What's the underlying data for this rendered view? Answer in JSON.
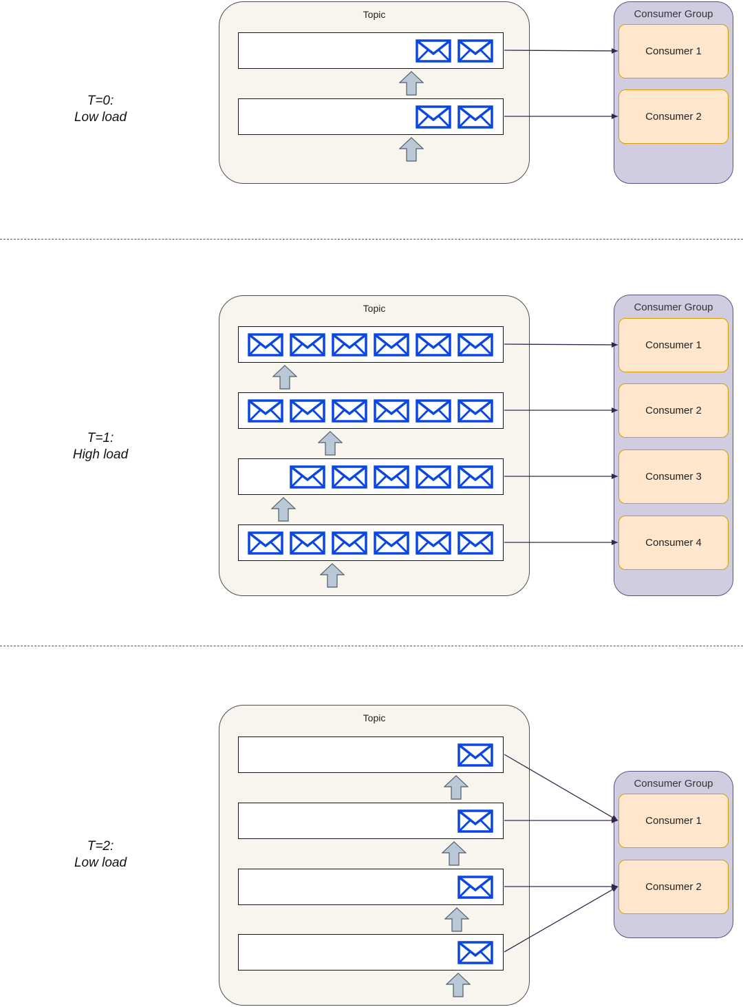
{
  "colors": {
    "topic_fill": "#f7f5ed",
    "group_fill": "#d0cde1",
    "consumer_fill": "#ffe6cc",
    "consumer_border": "#d79b00",
    "message_blue": "#0a46e0",
    "arrow_gray": "#b9c8d6",
    "connector": "#35264d"
  },
  "scenarios": [
    {
      "time_line": "T=0:",
      "load_line": "Low load",
      "topic_label": "Topic",
      "group_label": "Consumer Group",
      "partitions": [
        {
          "messages": 2
        },
        {
          "messages": 2
        }
      ],
      "consumers": [
        "Consumer 1",
        "Consumer 2"
      ],
      "assignment": [
        0,
        1
      ]
    },
    {
      "time_line": "T=1:",
      "load_line": "High load",
      "topic_label": "Topic",
      "group_label": "Consumer Group",
      "partitions": [
        {
          "messages": 6
        },
        {
          "messages": 6
        },
        {
          "messages": 5
        },
        {
          "messages": 6
        }
      ],
      "consumers": [
        "Consumer 1",
        "Consumer 2",
        "Consumer 3",
        "Consumer 4"
      ],
      "assignment": [
        0,
        1,
        2,
        3
      ]
    },
    {
      "time_line": "T=2:",
      "load_line": "Low load",
      "topic_label": "Topic",
      "group_label": "Consumer Group",
      "partitions": [
        {
          "messages": 1
        },
        {
          "messages": 1
        },
        {
          "messages": 1
        },
        {
          "messages": 1
        }
      ],
      "consumers": [
        "Consumer 1",
        "Consumer 2"
      ],
      "assignment": [
        0,
        0,
        1,
        1
      ]
    }
  ],
  "icons": {
    "message": "envelope-icon",
    "produce": "up-arrow-icon"
  }
}
